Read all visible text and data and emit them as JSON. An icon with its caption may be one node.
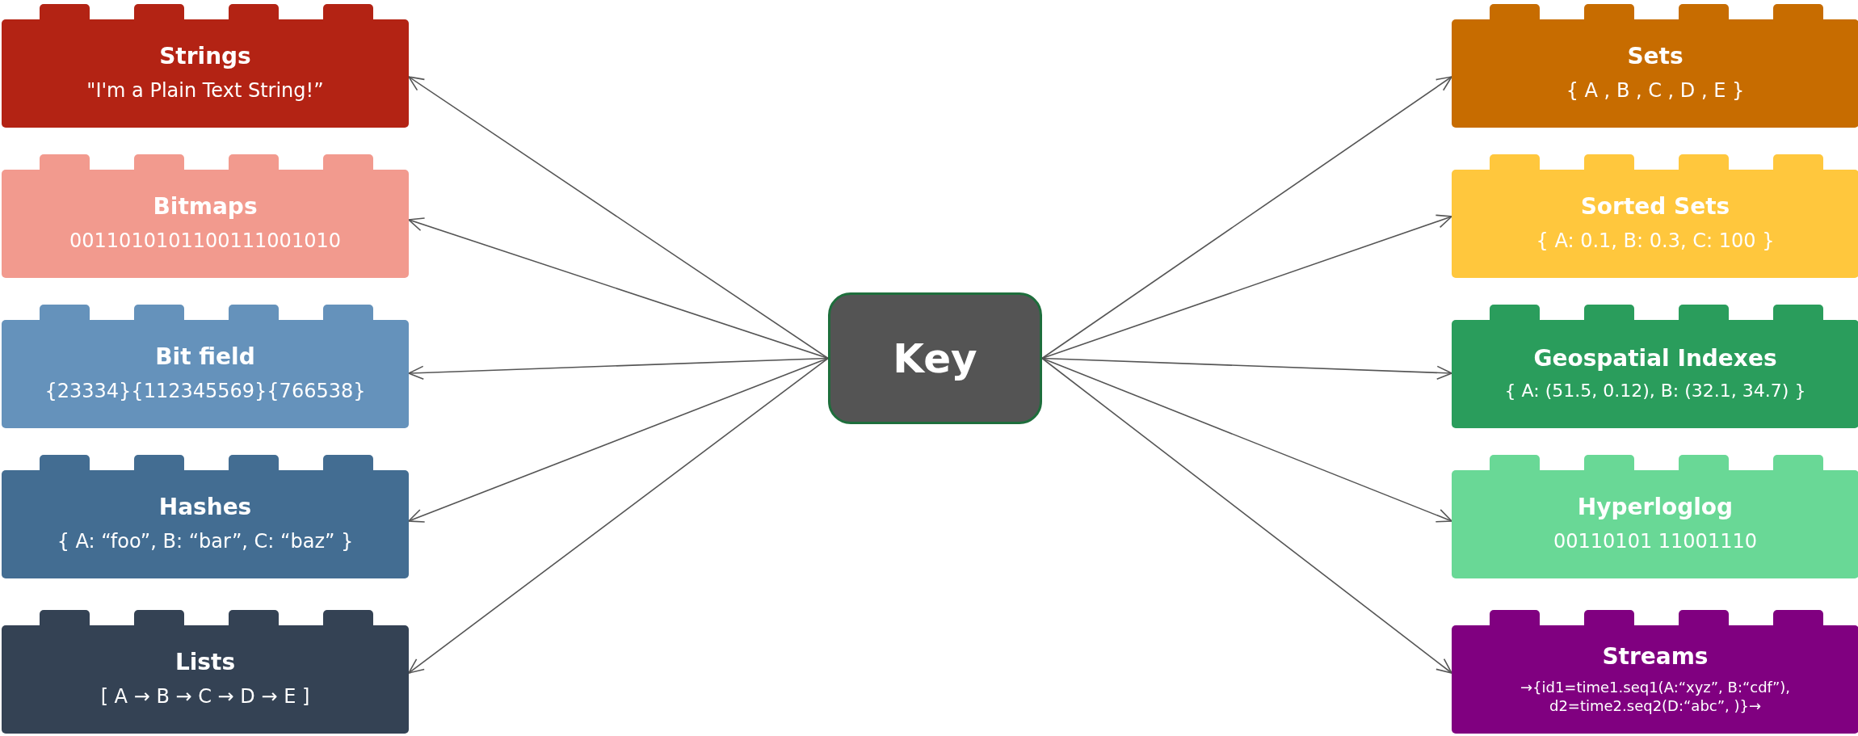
{
  "diagram": {
    "nodes": [
      {
        "text": [
          "Strings",
          "\"I'm a Plain Text String!”"
        ]
      },
      {
        "text": [
          "Bitmaps",
          "0011010101100111001010"
        ]
      },
      {
        "text": [
          "Bit field",
          "{23334}{112345569}{766538}"
        ]
      },
      {
        "text": [
          "Hashes",
          "{ A: “foo”, B: “bar”, C: “baz”  }"
        ]
      },
      {
        "text": [
          "Lists",
          "[ A → B → C → D → E ]"
        ]
      },
      {
        "text": [
          "Key"
        ]
      },
      {
        "text": [
          "Sets",
          "{  A , B , C , D , E  }"
        ]
      },
      {
        "text": [
          "Sorted Sets",
          "{ A: 0.1, B: 0.3, C: 100 }"
        ]
      },
      {
        "text": [
          "Geospatial Indexes",
          "{ A: (51.5, 0.12), B: (32.1, 34.7) }"
        ]
      },
      {
        "text": [
          "Hyperloglog",
          "00110101 11001110"
        ]
      },
      {
        "text": [
          "Streams",
          "→{id1=time1.seq1(A:“xyz”, B:“cdf”), d2=time2.seq2(D:“abc”, )}→"
        ]
      }
    ],
    "edges": [
      {
        "from": 5,
        "to": 0,
        "arrow": "to"
      },
      {
        "from": 5,
        "to": 1,
        "arrow": "to"
      },
      {
        "from": 5,
        "to": 2,
        "arrow": "to"
      },
      {
        "from": 5,
        "to": 3,
        "arrow": "to"
      },
      {
        "from": 5,
        "to": 4,
        "arrow": "to"
      },
      {
        "from": 5,
        "to": 6,
        "arrow": "to"
      },
      {
        "from": 5,
        "to": 7,
        "arrow": "to"
      },
      {
        "from": 5,
        "to": 8,
        "arrow": "to"
      },
      {
        "from": 5,
        "to": 9,
        "arrow": "to"
      },
      {
        "from": 5,
        "to": 10,
        "arrow": "to"
      }
    ]
  }
}
